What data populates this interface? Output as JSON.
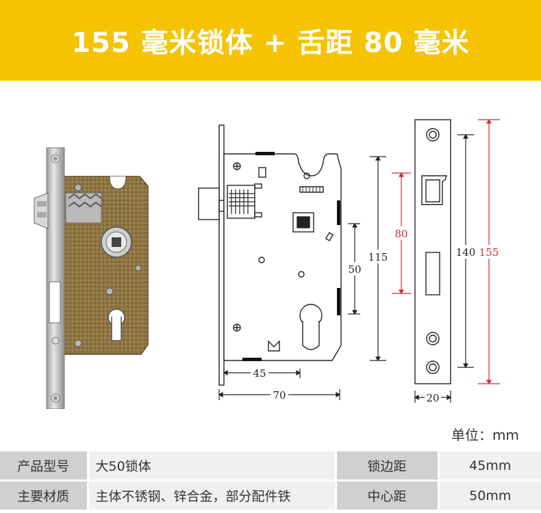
{
  "banner": {
    "title": "155 毫米锁体 + 舌距 80 毫米",
    "color": "#f5c300"
  },
  "drawing": {
    "dim_backset": "45",
    "dim_width": "70",
    "dim_center": "50",
    "dim_115": "115",
    "dim_latch_span": "80",
    "dim_140": "140",
    "dim_total": "155",
    "dim_faceplate": "20"
  },
  "unit_label": "单位：mm",
  "specs": {
    "rows": [
      {
        "label1": "产品型号",
        "value1": "大50锁体",
        "label2": "锁边距",
        "value2": "45mm"
      },
      {
        "label1": "主要材质",
        "value1": "主体不锈钢、锌合金，部分配件铁",
        "label2": "中心距",
        "value2": "50mm"
      }
    ]
  },
  "colors": {
    "accent_red": "#d9272e",
    "body_bronze": "#8a6e3c",
    "steel": "#c8c8c8"
  }
}
